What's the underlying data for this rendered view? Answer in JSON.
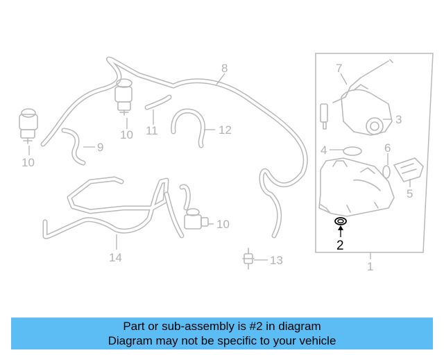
{
  "diagram": {
    "callouts": {
      "c1": "1",
      "c2": "2",
      "c3": "3",
      "c4": "4",
      "c5": "5",
      "c6": "6",
      "c7": "7",
      "c8": "8",
      "c9": "9",
      "c10a": "10",
      "c10b": "10",
      "c10c": "10",
      "c11": "11",
      "c12": "12",
      "c13": "13",
      "c14": "14"
    },
    "highlighted_part": "2",
    "colors": {
      "highlight": "#000000",
      "line_art": "#b9b9b9",
      "banner": "#5bbdf3"
    }
  },
  "banner": {
    "line1": "Part or sub-assembly is #2 in diagram",
    "line2": "Diagram may not be specific to your vehicle"
  }
}
